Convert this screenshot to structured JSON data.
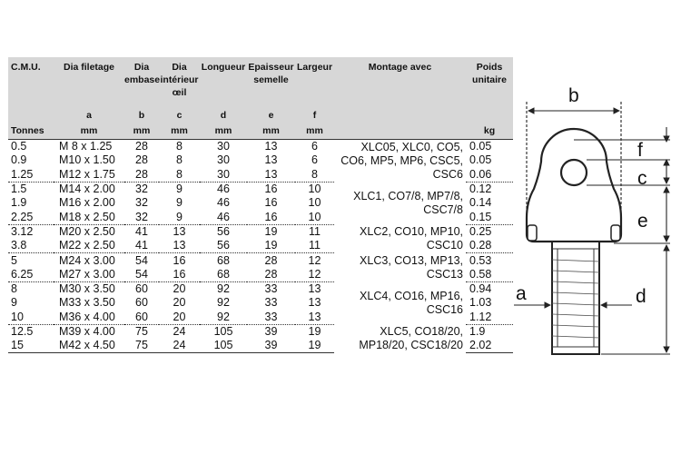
{
  "header": {
    "top": [
      "C.M.U.",
      "Dia filetage",
      "Dia embase",
      "Dia intérieur œil",
      "Longueur",
      "Epaisseur semelle",
      "Largeur",
      "Montage avec",
      "Poids unitaire"
    ],
    "letters": [
      "",
      "a",
      "b",
      "c",
      "d",
      "e",
      "f",
      "",
      ""
    ],
    "units": [
      "Tonnes",
      "mm",
      "mm",
      "mm",
      "mm",
      "mm",
      "mm",
      "",
      "kg"
    ]
  },
  "groups": [
    {
      "rows": [
        {
          "cmu": "0.5",
          "thread": "M  8 x 1.25",
          "b": "28",
          "c": "8",
          "d": "30",
          "e": "13",
          "f": "6",
          "poids": "0.05"
        },
        {
          "cmu": "0.9",
          "thread": "M10 x 1.50",
          "b": "28",
          "c": "8",
          "d": "30",
          "e": "13",
          "f": "6",
          "poids": "0.05"
        },
        {
          "cmu": "1.25",
          "thread": "M12 x 1.75",
          "b": "28",
          "c": "8",
          "d": "30",
          "e": "13",
          "f": "8",
          "poids": "0.06"
        }
      ],
      "montage": "XLC05, XLC0, CO5, CO6, MP5, MP6, CSC5, CSC6"
    },
    {
      "rows": [
        {
          "cmu": "1.5",
          "thread": "M14 x 2.00",
          "b": "32",
          "c": "9",
          "d": "46",
          "e": "16",
          "f": "10",
          "poids": "0.12"
        },
        {
          "cmu": "1.9",
          "thread": "M16 x 2.00",
          "b": "32",
          "c": "9",
          "d": "46",
          "e": "16",
          "f": "10",
          "poids": "0.14"
        },
        {
          "cmu": "2.25",
          "thread": "M18 x 2.50",
          "b": "32",
          "c": "9",
          "d": "46",
          "e": "16",
          "f": "10",
          "poids": "0.15"
        }
      ],
      "montage": "XLC1, CO7/8, MP7/8, CSC7/8"
    },
    {
      "rows": [
        {
          "cmu": "3.12",
          "thread": "M20 x 2.50",
          "b": "41",
          "c": "13",
          "d": "56",
          "e": "19",
          "f": "11",
          "poids": "0.25"
        },
        {
          "cmu": "3.8",
          "thread": "M22 x 2.50",
          "b": "41",
          "c": "13",
          "d": "56",
          "e": "19",
          "f": "11",
          "poids": "0.28"
        }
      ],
      "montage": "XLC2, CO10, MP10, CSC10"
    },
    {
      "rows": [
        {
          "cmu": "5",
          "thread": "M24 x 3.00",
          "b": "54",
          "c": "16",
          "d": "68",
          "e": "28",
          "f": "12",
          "poids": "0.53"
        },
        {
          "cmu": "6.25",
          "thread": "M27 x 3.00",
          "b": "54",
          "c": "16",
          "d": "68",
          "e": "28",
          "f": "12",
          "poids": "0.58"
        }
      ],
      "montage": "XLC3, CO13, MP13, CSC13"
    },
    {
      "rows": [
        {
          "cmu": "8",
          "thread": "M30 x 3.50",
          "b": "60",
          "c": "20",
          "d": "92",
          "e": "33",
          "f": "13",
          "poids": "0.94"
        },
        {
          "cmu": "9",
          "thread": "M33 x 3.50",
          "b": "60",
          "c": "20",
          "d": "92",
          "e": "33",
          "f": "13",
          "poids": "1.03"
        },
        {
          "cmu": "10",
          "thread": "M36 x 4.00",
          "b": "60",
          "c": "20",
          "d": "92",
          "e": "33",
          "f": "13",
          "poids": "1.12"
        }
      ],
      "montage": "XLC4, CO16, MP16, CSC16"
    },
    {
      "rows": [
        {
          "cmu": "12.5",
          "thread": "M39 x 4.00",
          "b": "75",
          "c": "24",
          "d": "105",
          "e": "39",
          "f": "19",
          "poids": "1.9"
        },
        {
          "cmu": "15",
          "thread": "M42 x 4.50",
          "b": "75",
          "c": "24",
          "d": "105",
          "e": "39",
          "f": "19",
          "poids": "2.02"
        }
      ],
      "montage": "XLC5, CO18/20, MP18/20, CSC18/20"
    }
  ],
  "diagram": {
    "labels": {
      "a": "a",
      "b": "b",
      "c": "c",
      "d": "d",
      "e": "e",
      "f": "f"
    }
  }
}
